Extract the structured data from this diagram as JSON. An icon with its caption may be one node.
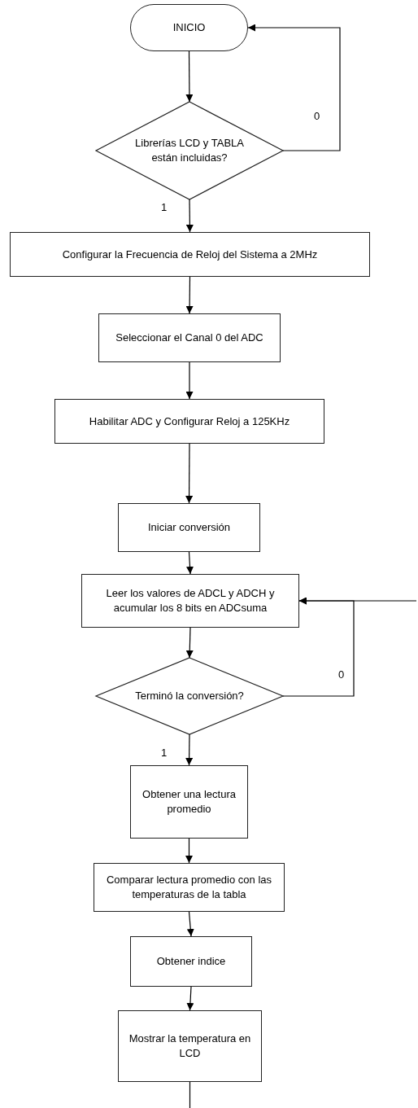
{
  "diagram": {
    "nodes": [
      {
        "text": [
          "INICIO"
        ]
      },
      {
        "text": [
          "Librerías LCD y TABLA están incluidas?"
        ]
      },
      {
        "text": [
          "Configurar la Frecuencia de Reloj del Sistema a 2MHz"
        ]
      },
      {
        "text": [
          "Seleccionar el Canal 0 del ADC"
        ]
      },
      {
        "text": [
          "Habilitar ADC y Configurar Reloj a 125KHz"
        ]
      },
      {
        "text": [
          "Iniciar conversión"
        ]
      },
      {
        "text": [
          "Leer los valores de ADCL y ADCH y acumular los 8 bits en ADCsuma"
        ]
      },
      {
        "text": [
          "Terminó la conversión?"
        ]
      },
      {
        "text": [
          "Obtener una lectura promedio"
        ]
      },
      {
        "text": [
          "Comparar lectura promedio con las temperaturas de la tabla"
        ]
      },
      {
        "text": [
          "Obtener indice"
        ]
      },
      {
        "text": [
          "Mostrar la temperatura en LCD"
        ]
      }
    ],
    "edges": [
      {
        "from": 0,
        "to": 1,
        "arrow": "to"
      },
      {
        "from": 1,
        "to": 0,
        "arrow": "to",
        "label": "0"
      },
      {
        "from": 1,
        "to": 2,
        "arrow": "to",
        "label": "1"
      },
      {
        "from": 2,
        "to": 3,
        "arrow": "to"
      },
      {
        "from": 3,
        "to": 4,
        "arrow": "to"
      },
      {
        "from": 4,
        "to": 5,
        "arrow": "to"
      },
      {
        "from": 5,
        "to": 6,
        "arrow": "to"
      },
      {
        "from": 6,
        "to": 7,
        "arrow": "to"
      },
      {
        "from": 7,
        "to": 6,
        "arrow": "to",
        "label": "0"
      },
      {
        "from": null,
        "to": 6,
        "arrow": "to"
      },
      {
        "from": 7,
        "to": 8,
        "arrow": "to",
        "label": "1"
      },
      {
        "from": 8,
        "to": 9,
        "arrow": "to"
      },
      {
        "from": 9,
        "to": 10,
        "arrow": "to"
      },
      {
        "from": 10,
        "to": 11,
        "arrow": "to"
      },
      {
        "from": 11,
        "to": null,
        "arrow": "none"
      }
    ]
  }
}
